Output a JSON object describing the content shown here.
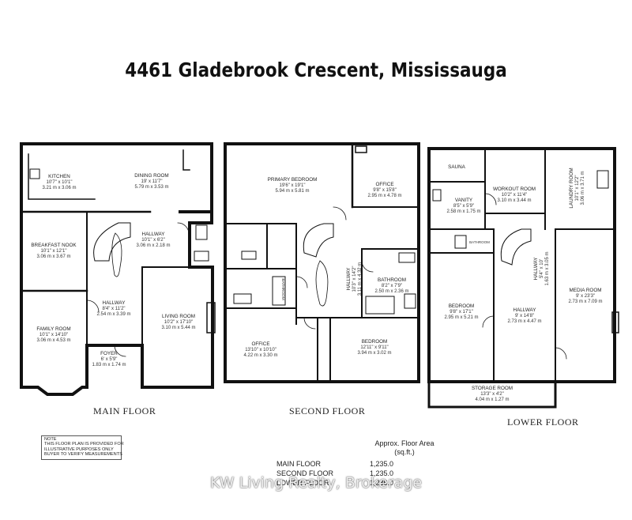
{
  "title": "4461 Gladebrook Crescent, Mississauga",
  "floors": {
    "main": {
      "name": "MAIN FLOOR",
      "rooms": [
        {
          "name": "KITCHEN",
          "imperial": "10'7\" x 10'1\"",
          "metric": "3.21 m x 3.06 m"
        },
        {
          "name": "DINING ROOM",
          "imperial": "19' x 11'7\"",
          "metric": "5.79 m x 3.53 m"
        },
        {
          "name": "BREAKFAST NOOK",
          "imperial": "10'1\" x 12'1\"",
          "metric": "3.06 m x 3.67 m"
        },
        {
          "name": "HALLWAY",
          "imperial": "10'1\" x 6'2\"",
          "metric": "3.06 m x 2.18 m"
        },
        {
          "name": "HALLWAY",
          "imperial": "8'4\" x 11'2\"",
          "metric": "2.54 m x 3.39 m"
        },
        {
          "name": "FAMILY ROOM",
          "imperial": "10'1\" x 14'10\"",
          "metric": "3.06 m x 4.53 m"
        },
        {
          "name": "LIVING ROOM",
          "imperial": "10'2\" x 17'10\"",
          "metric": "3.10 m x 5.44 m"
        },
        {
          "name": "FOYER",
          "imperial": "6' x 5'9\"",
          "metric": "1.83 m x 1.74 m"
        }
      ]
    },
    "second": {
      "name": "SECOND FLOOR",
      "rooms": [
        {
          "name": "PRIMARY BEDROOM",
          "imperial": "19'6\" x 19'1\"",
          "metric": "5.94 m x 5.81 m"
        },
        {
          "name": "OFFICE",
          "imperial": "9'8\" x 15'8\"",
          "metric": "2.95 m x 4.78 m"
        },
        {
          "name": "HALLWAY",
          "imperial": "10'3\" x 14'2\"",
          "metric": "3.11 m x 4.32 m"
        },
        {
          "name": "BATHROOM",
          "imperial": "8'2\" x 7'9\"",
          "metric": "2.50 m x 2.36 m"
        },
        {
          "name": "BATHROOM",
          "imperial": "",
          "metric": ""
        },
        {
          "name": "OFFICE",
          "imperial": "13'10\" x 10'10\"",
          "metric": "4.22 m x 3.30 m"
        },
        {
          "name": "BEDROOM",
          "imperial": "12'11\" x 9'11\"",
          "metric": "3.94 m x 3.02 m"
        }
      ]
    },
    "lower": {
      "name": "LOWER FLOOR",
      "rooms": [
        {
          "name": "SAUNA",
          "imperial": "",
          "metric": ""
        },
        {
          "name": "VANITY",
          "imperial": "8'5\" x 5'9\"",
          "metric": "2.58 m x 1.75 m"
        },
        {
          "name": "WORKOUT ROOM",
          "imperial": "10'2\" x 11'4\"",
          "metric": "3.10 m x 3.44 m"
        },
        {
          "name": "LAUNDRY ROOM",
          "imperial": "10'1\" x 12'2\"",
          "metric": "3.06 m x 3.71 m"
        },
        {
          "name": "BATHROOM",
          "imperial": "",
          "metric": ""
        },
        {
          "name": "HALLWAY",
          "imperial": "5'4\" x 10'",
          "metric": "1.63 m x 3.05 m"
        },
        {
          "name": "BEDROOM",
          "imperial": "9'8\" x 17'1\"",
          "metric": "2.95 m x 5.21 m"
        },
        {
          "name": "HALLWAY",
          "imperial": "9' x 14'8\"",
          "metric": "2.73 m x 4.47 m"
        },
        {
          "name": "MEDIA ROOM",
          "imperial": "9' x 23'3\"",
          "metric": "2.73 m x 7.09 m"
        },
        {
          "name": "STORAGE ROOM",
          "imperial": "13'3\" x 4'2\"",
          "metric": "4.04 m x 1.27 m"
        }
      ]
    }
  },
  "note": {
    "heading": "NOTE",
    "lines": [
      "THIS FLOOR PLAN IS PROVIDED FOR",
      "ILLUSTRATIVE PURPOSES ONLY",
      "BUYER TO VERIFY MEASUREMENTS"
    ]
  },
  "area": {
    "heading": "Approx. Floor Area",
    "unit": "(sq.ft.)",
    "rows": [
      {
        "label": "MAIN FLOOR",
        "value": "1,235.0"
      },
      {
        "label": "SECOND FLOOR",
        "value": "1,235.0"
      },
      {
        "label": "LOWER FLOOR",
        "value": "1,286.0"
      }
    ]
  },
  "watermark": "KW Living Realty, Brokerage"
}
